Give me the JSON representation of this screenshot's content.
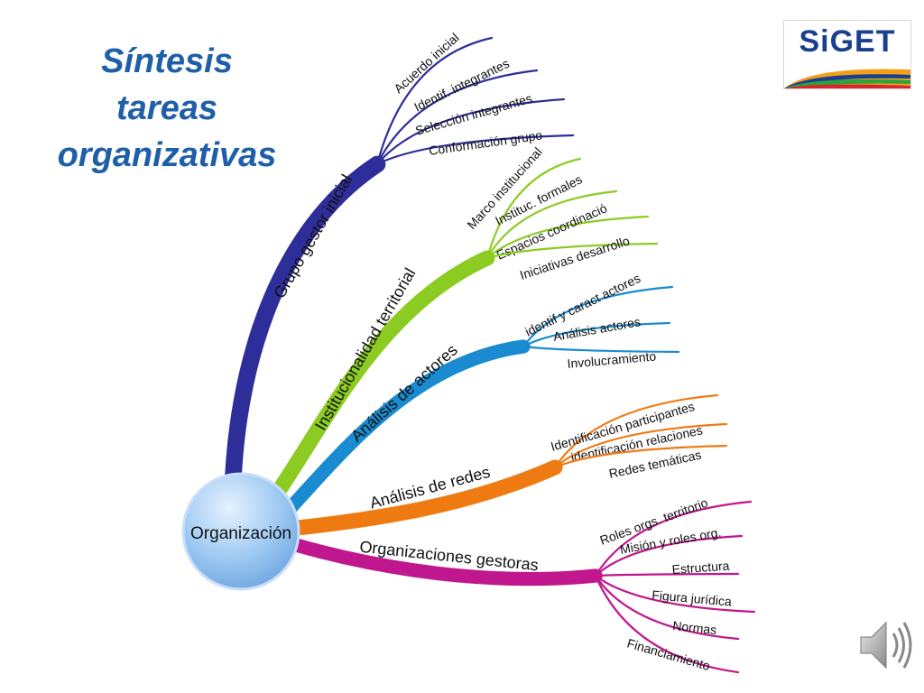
{
  "title": {
    "line1": "Síntesis",
    "line2": "tareas",
    "line3": "organizativas"
  },
  "logo": {
    "text": "SiGET"
  },
  "center": {
    "label": "Organización",
    "color": "#9cc8f2"
  },
  "branches": [
    {
      "label": "Grupo gestor inicial",
      "color": "#2e2e9a",
      "items": [
        "Acuerdo inicial",
        "Identif. integrantes",
        "Selección integrantes",
        "Conformación grupo"
      ]
    },
    {
      "label": "Institucionalidad territorial",
      "color": "#8ccc22",
      "items": [
        "Marco institucional",
        "Instituc. formales",
        "Espacios coordinació",
        "Iniciativas desarrollo"
      ]
    },
    {
      "label": "Análisis de actores",
      "color": "#1a8bd0",
      "items": [
        "identif y caract actores",
        "Análisis actores",
        "Involucramiento"
      ]
    },
    {
      "label": "Análisis de redes",
      "color": "#f07a12",
      "items": [
        "Identificación participantes",
        "identificación relaciones",
        "Redes temáticas"
      ]
    },
    {
      "label": "Organizaciones gestoras",
      "color": "#c0178e",
      "items": [
        "Roles orgs. territorio",
        "Misión y roles org.",
        "Estructura",
        "Figura jurídica",
        "Normas",
        "Financiamiento"
      ]
    }
  ]
}
